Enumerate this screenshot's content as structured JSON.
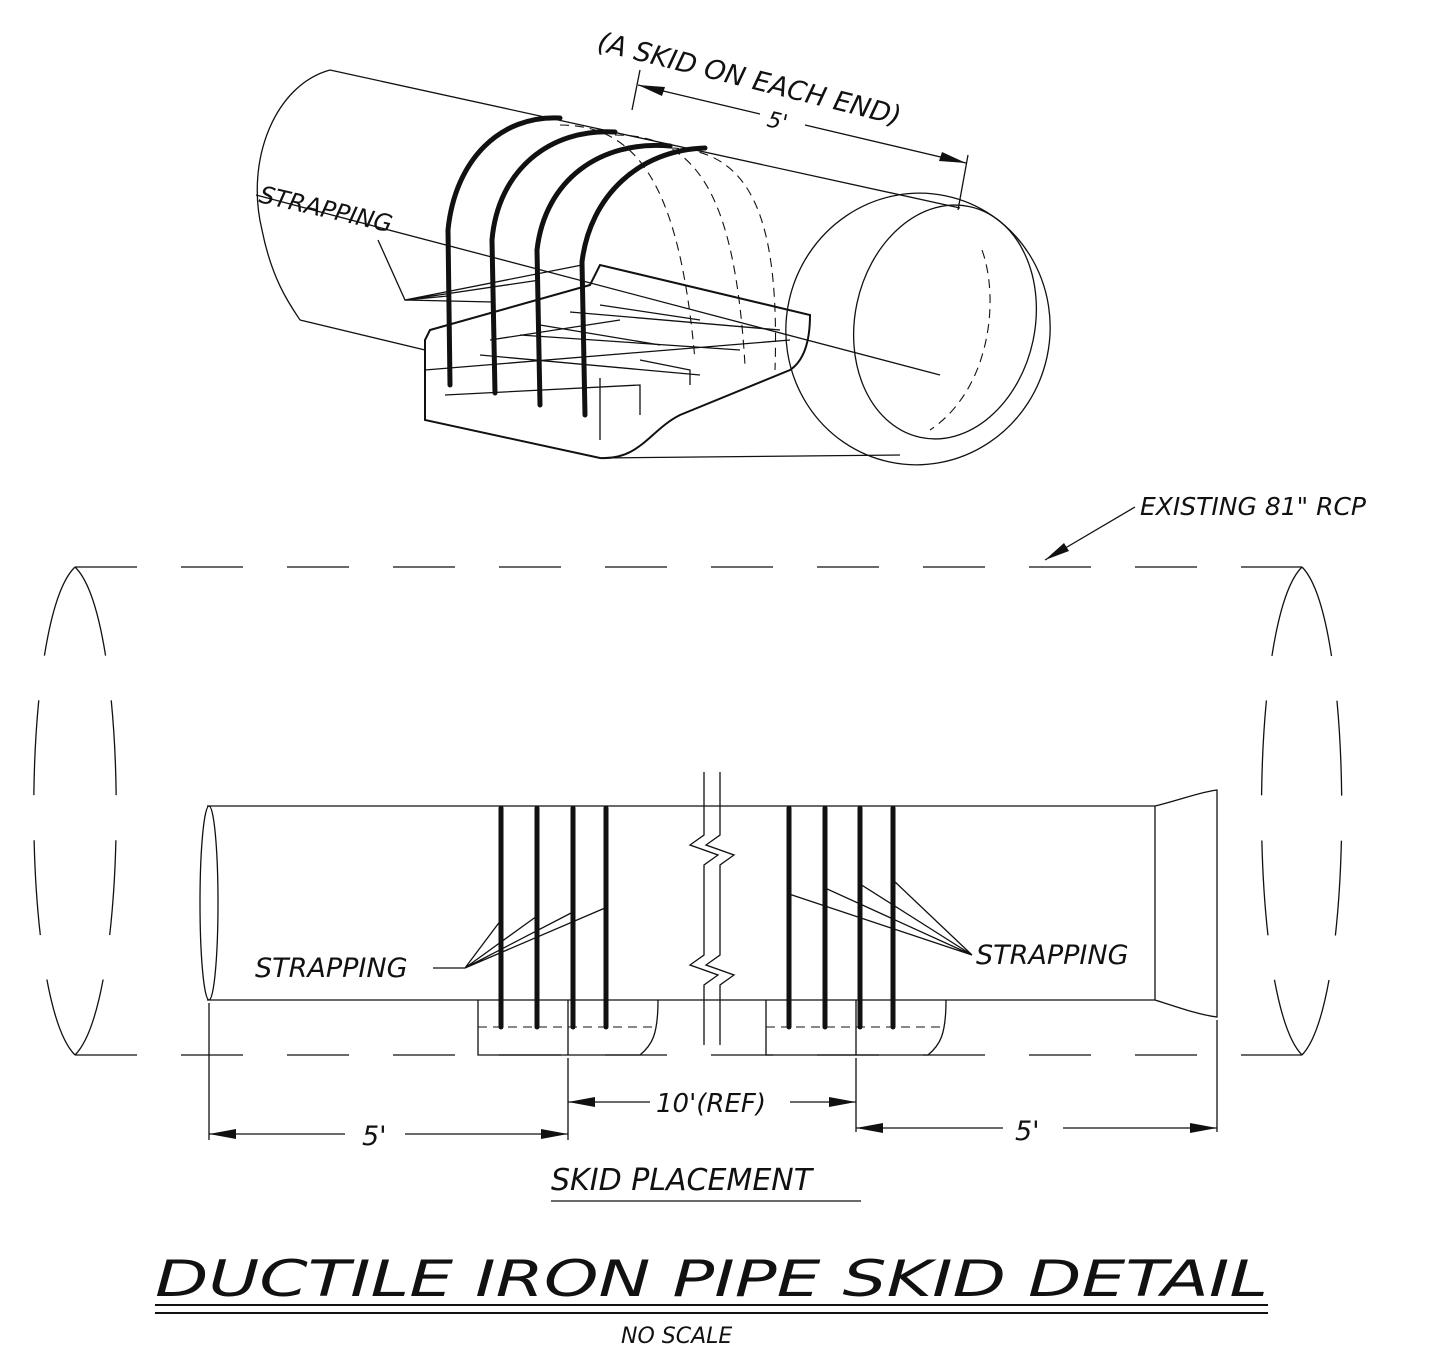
{
  "labels": {
    "skid_note": "(A SKID ON EACH END)",
    "iso_dim": "5'",
    "iso_strapping": "STRAPPING",
    "existing_pipe": "EXISTING 81\" RCP",
    "strapping_left": "STRAPPING",
    "strapping_right": "STRAPPING",
    "dim_left": "5'",
    "dim_center": "10'(REF)",
    "dim_right": "5'",
    "view_title": "SKID PLACEMENT",
    "detail_title": "DUCTILE IRON PIPE SKID DETAIL",
    "scale_note": "NO SCALE"
  }
}
